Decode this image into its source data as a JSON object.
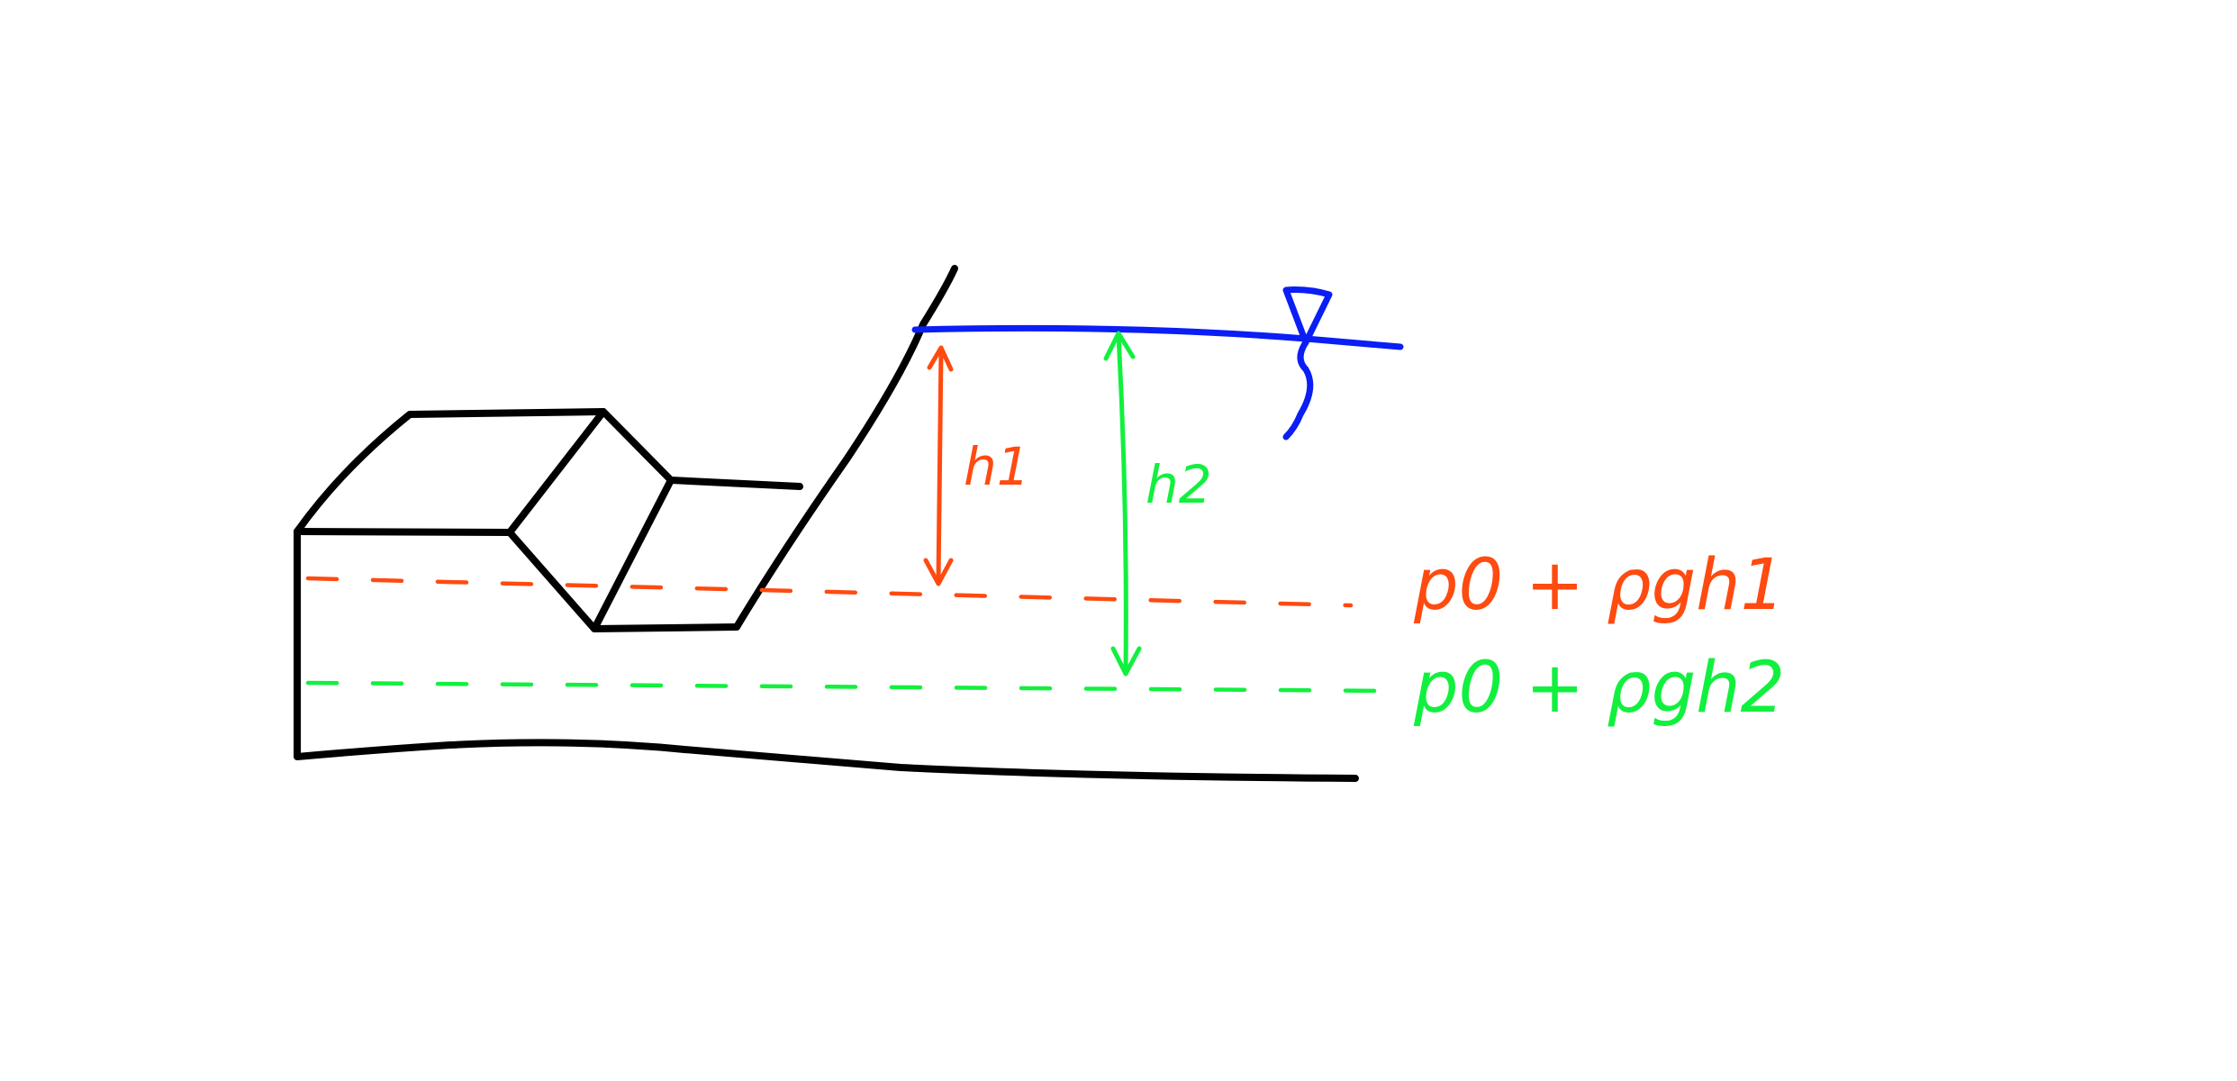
{
  "labels": {
    "h1": "h1",
    "h2": "h2",
    "pressure_1": "p0 + ρgh1",
    "pressure_2": "p0 + ρgh2"
  },
  "colors": {
    "outline": "#000000",
    "level_1": "#ff4a10",
    "level_2": "#12f03e",
    "water_surface": "#0a1ef5",
    "background": "#ffffff"
  },
  "icons": {
    "surface_marker": "water-surface-triangle-icon"
  }
}
